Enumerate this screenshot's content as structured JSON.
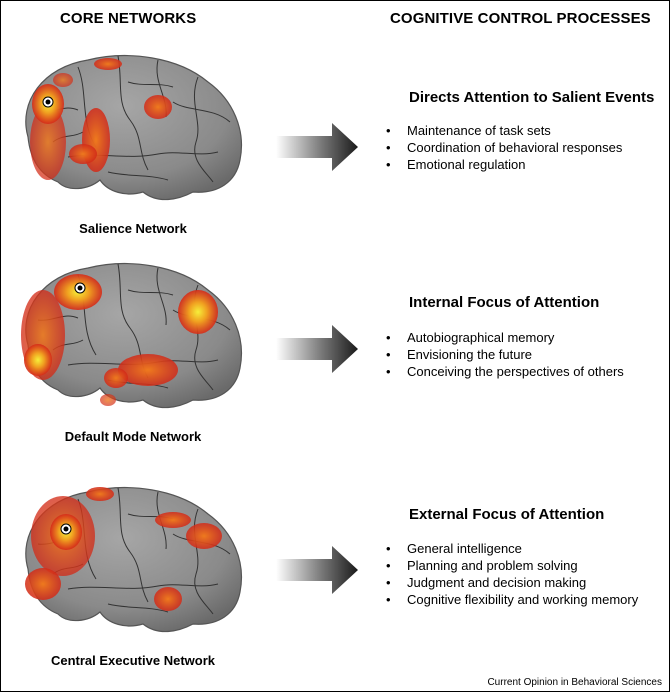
{
  "headers": {
    "left": "CORE NETWORKS",
    "right": "COGNITIVE CONTROL PROCESSES"
  },
  "networks": [
    {
      "name": "Salience Network",
      "process_title": "Directs Attention to Salient Events",
      "processes": [
        "Maintenance of task sets",
        "Coordination of behavioral responses",
        "Emotional regulation"
      ]
    },
    {
      "name": "Default Mode Network",
      "process_title": "Internal Focus of Attention",
      "processes": [
        "Autobiographical memory",
        "Envisioning the future",
        "Conceiving the perspectives of others"
      ]
    },
    {
      "name": "Central Executive Network",
      "process_title": "External Focus of Attention",
      "processes": [
        "General intelligence",
        "Planning and problem solving",
        "Judgment and decision making",
        "Cognitive flexibility and working memory"
      ]
    }
  ],
  "credit": "Current Opinion in Behavioral Sciences",
  "colors": {
    "cortex": "#8c8c8c",
    "activation_low": "#d9331c",
    "activation_high": "#f2e833",
    "arrow": "#1a1a1a"
  }
}
